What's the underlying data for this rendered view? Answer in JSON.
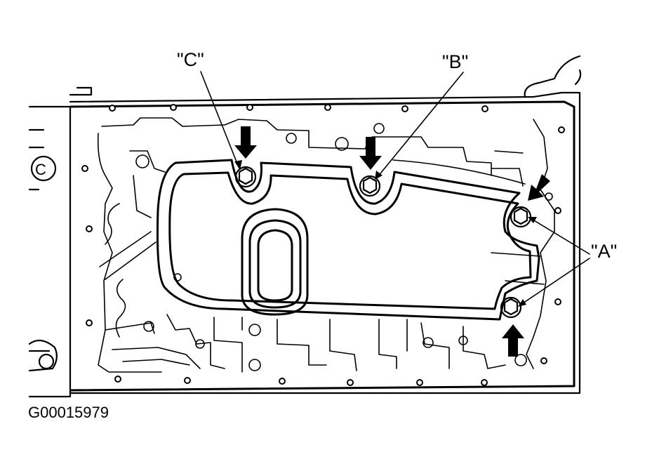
{
  "labels": {
    "c": "\"C\"",
    "b": "\"B\"",
    "a": "\"A\""
  },
  "figure_code": "G00015979"
}
